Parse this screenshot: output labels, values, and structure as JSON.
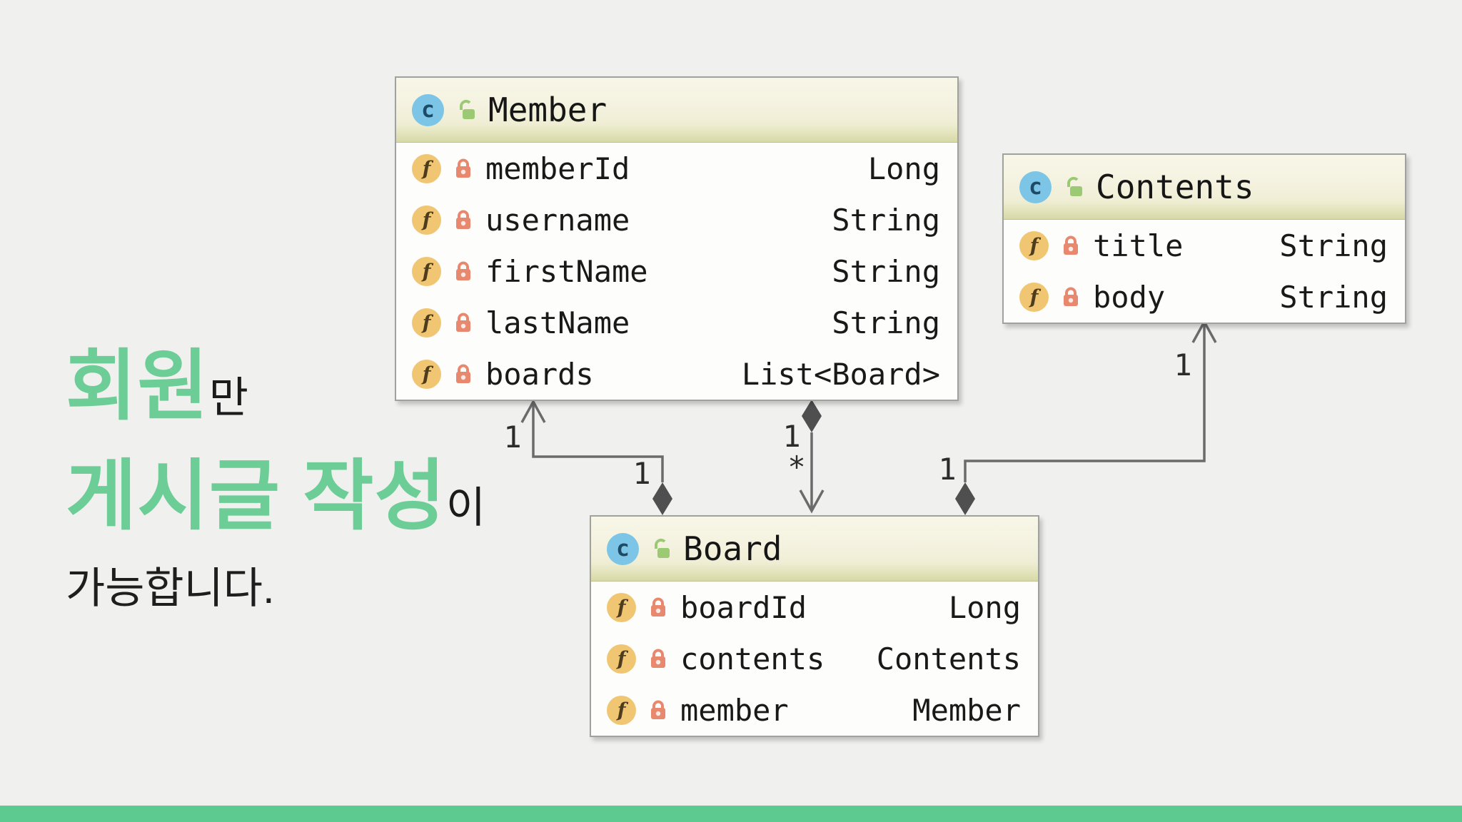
{
  "annotation": {
    "line1_highlight": "회원",
    "line1_suffix": "만",
    "line2_highlight": "게시글 작성",
    "line2_suffix": "이",
    "line3": "가능합니다."
  },
  "icons": {
    "class_letter": "c",
    "field_letter": "f"
  },
  "classes": [
    {
      "name": "Member",
      "fields": [
        {
          "name": "memberId",
          "type": "Long"
        },
        {
          "name": "username",
          "type": "String"
        },
        {
          "name": "firstName",
          "type": "String"
        },
        {
          "name": "lastName",
          "type": "String"
        },
        {
          "name": "boards",
          "type": "List<Board>"
        }
      ]
    },
    {
      "name": "Contents",
      "fields": [
        {
          "name": "title",
          "type": "String"
        },
        {
          "name": "body",
          "type": "String"
        }
      ]
    },
    {
      "name": "Board",
      "fields": [
        {
          "name": "boardId",
          "type": "Long"
        },
        {
          "name": "contents",
          "type": "Contents"
        },
        {
          "name": "member",
          "type": "Member"
        }
      ]
    }
  ],
  "relations": [
    {
      "name": "board-to-member",
      "labels": [
        "1",
        "1"
      ]
    },
    {
      "name": "member-to-board",
      "labels": [
        "1",
        "*"
      ]
    },
    {
      "name": "board-to-contents",
      "labels": [
        "1",
        "1"
      ]
    }
  ],
  "colors": {
    "accent_green": "#6cce96",
    "footer_bar_green": "#5dcb8f",
    "class_icon_blue": "#7cc5e6",
    "field_icon_amber": "#f1c673",
    "lock_red": "#e8886f",
    "lock_green": "#9cca74"
  }
}
